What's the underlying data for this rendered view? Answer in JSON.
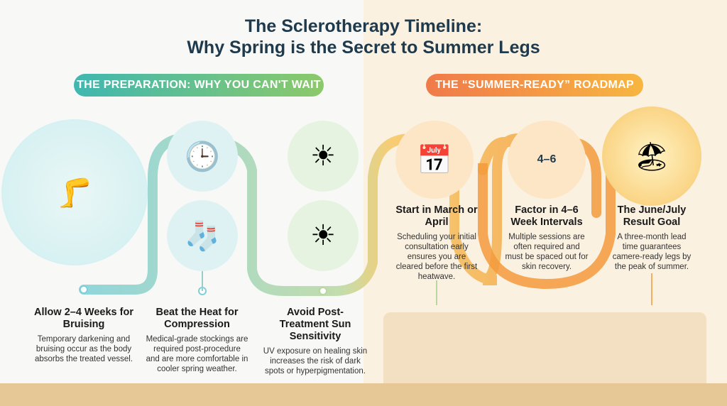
{
  "title_line1": "The Sclerotherapy Timeline:",
  "title_line2": "Why Spring is the Secret to Summer Legs",
  "sections": {
    "left": "THE PREPARATION: WHY YOU CAN'T WAIT",
    "right": "THE “SUMMER-READY” ROADMAP"
  },
  "calendar_label": "4–6",
  "steps": [
    {
      "title": "Allow 2–4 Weeks for Bruising",
      "desc": "Temporary darkening and bruising occur as the body absorbs the treated vessel."
    },
    {
      "title": "Beat the Heat for Compression",
      "desc": "Medical-grade stockings are required post-procedure and are more comfortable in cooler spring weather."
    },
    {
      "title": "Avoid Post-Treatment Sun Sensitivity",
      "desc": "UV exposure on healing skin increases the risk of dark spots or hyperpigmentation."
    },
    {
      "title": "Start in March or April",
      "desc": "Scheduling your initial consultation early ensures you are cleared before the first heatwave."
    },
    {
      "title": "Factor in 4–6 Week Intervals",
      "desc": "Multiple sessions are often required and must be spaced out for skin recovery."
    },
    {
      "title": "The June/July Result Goal",
      "desc": "A three-month lead time guarantees camere-ready legs by the peak of summer."
    }
  ],
  "colors": {
    "teal": "#3fb7b0",
    "green": "#8cc96a",
    "orange": "#f07a4a",
    "yellow": "#f7b640",
    "navy": "#1e3a4c"
  }
}
